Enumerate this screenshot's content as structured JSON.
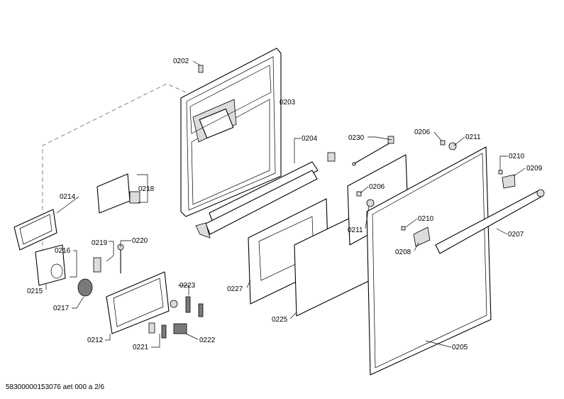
{
  "labels": {
    "p0202": "0202",
    "p0203": "0203",
    "p0204": "0204",
    "p0230": "0230",
    "p0206a": "0206",
    "p0211a": "0211",
    "p0210a": "0210",
    "p0209": "0209",
    "p0214": "0214",
    "p0218": "0218",
    "p0206b": "0206",
    "p0211b": "0211",
    "p0210b": "0210",
    "p0207": "0207",
    "p0208": "0208",
    "p0219": "0219",
    "p0220": "0220",
    "p0216": "0216",
    "p0215": "0215",
    "p0217": "0217",
    "p0227": "0227",
    "p0223": "0223",
    "p0225": "0225",
    "p0212": "0212",
    "p0221": "0221",
    "p0222": "0222",
    "p0205": "0205"
  },
  "footer": "58300000153076 aet 000 a 2/6"
}
